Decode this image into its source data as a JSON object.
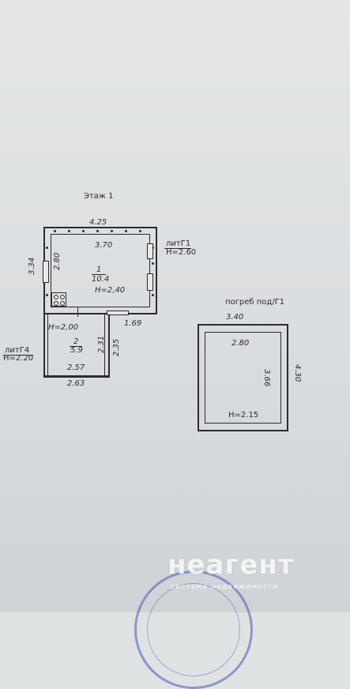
{
  "floor_title": "Этаж 1",
  "overall": {
    "width": "4.25",
    "height": "3.34"
  },
  "outbuilding": {
    "label": "литГ1",
    "height": "H=2.60"
  },
  "room1": {
    "inner_width": "3.70",
    "inner_height": "2.80",
    "number": "1",
    "area": "10.4",
    "ceiling": "H=2,40"
  },
  "room2": {
    "ceiling": "H=2,00",
    "number": "2",
    "area": "5.9",
    "inner_width": "2.57",
    "outer_width": "2.63",
    "inner_height": "2.31",
    "outer_height": "2.35",
    "partition": "1.69"
  },
  "annex": {
    "label": "литГ4",
    "height": "H=2.20"
  },
  "cellar": {
    "title": "погреб под/Г1",
    "outer_width": "3.40",
    "inner_width": "2.80",
    "inner_height": "3.66",
    "outer_height": "4.30",
    "ceiling": "H=2.15"
  },
  "watermark": {
    "logo": "неагент",
    "subtitle": "система недвижимости"
  }
}
